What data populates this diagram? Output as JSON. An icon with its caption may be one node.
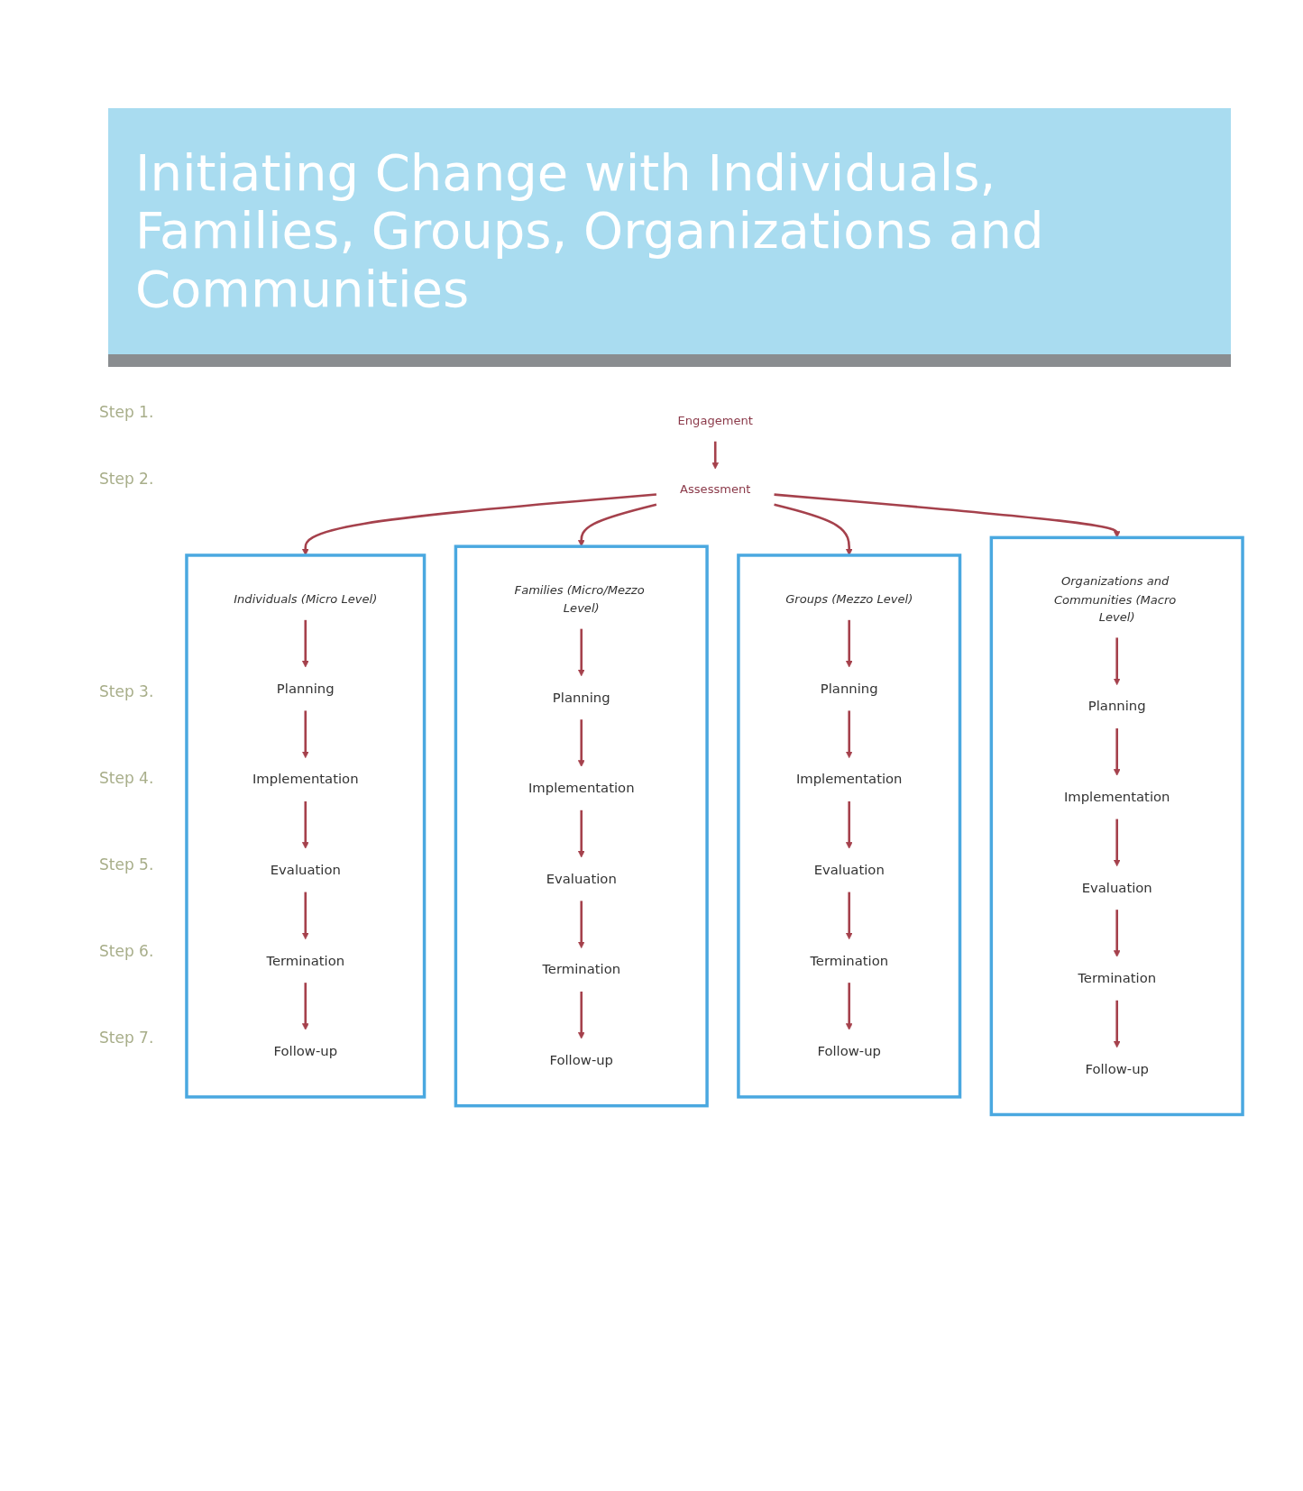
{
  "diagram": {
    "title": "Initiating Change with Individuals, Families, Groups, Organizations and Communities",
    "nodes": [
      {
        "text": [
          "Engagement"
        ]
      },
      {
        "text": [
          "Assessment"
        ]
      },
      {
        "text": [],
        "shape": "box"
      },
      {
        "text": [
          "Individuals (Micro Level)"
        ],
        "in": 2
      },
      {
        "text": [
          "Planning"
        ],
        "in": 2
      },
      {
        "text": [
          "Implementation"
        ],
        "in": 2
      },
      {
        "text": [
          "Evaluation"
        ],
        "in": 2
      },
      {
        "text": [
          "Termination"
        ],
        "in": 2
      },
      {
        "text": [
          "Follow-up"
        ],
        "in": 2
      },
      {
        "text": [],
        "shape": "box"
      },
      {
        "text": [
          "Families (Micro/Mezzo Level)"
        ],
        "in": 9
      },
      {
        "text": [
          "Planning"
        ],
        "in": 9
      },
      {
        "text": [
          "Implementation"
        ],
        "in": 9
      },
      {
        "text": [
          "Evaluation"
        ],
        "in": 9
      },
      {
        "text": [
          "Termination"
        ],
        "in": 9
      },
      {
        "text": [
          "Follow-up"
        ],
        "in": 9
      },
      {
        "text": [],
        "shape": "box"
      },
      {
        "text": [
          "Groups (Mezzo Level)"
        ],
        "in": 16
      },
      {
        "text": [
          "Planning"
        ],
        "in": 16
      },
      {
        "text": [
          "Implementation"
        ],
        "in": 16
      },
      {
        "text": [
          "Evaluation"
        ],
        "in": 16
      },
      {
        "text": [
          "Termination"
        ],
        "in": 16
      },
      {
        "text": [
          "Follow-up"
        ],
        "in": 16
      },
      {
        "text": [],
        "shape": "box"
      },
      {
        "text": [
          "Organizations and Communities (Macro Level)"
        ],
        "in": 23
      },
      {
        "text": [
          "Planning"
        ],
        "in": 23
      },
      {
        "text": [
          "Implementation"
        ],
        "in": 23
      },
      {
        "text": [
          "Evaluation"
        ],
        "in": 23
      },
      {
        "text": [
          "Termination"
        ],
        "in": 23
      },
      {
        "text": [
          "Follow-up"
        ],
        "in": 23
      }
    ],
    "edges": [
      {
        "from": 0,
        "to": 1,
        "arrow": "to"
      },
      {
        "from": 1,
        "to": 2,
        "arrow": "to"
      },
      {
        "from": 3,
        "to": 4,
        "arrow": "to"
      },
      {
        "from": 4,
        "to": 5,
        "arrow": "to"
      },
      {
        "from": 5,
        "to": 6,
        "arrow": "to"
      },
      {
        "from": 6,
        "to": 7,
        "arrow": "to"
      },
      {
        "from": 7,
        "to": 8,
        "arrow": "to"
      },
      {
        "from": 1,
        "to": 9,
        "arrow": "to"
      },
      {
        "from": 10,
        "to": 11,
        "arrow": "to"
      },
      {
        "from": 11,
        "to": 12,
        "arrow": "to"
      },
      {
        "from": 12,
        "to": 13,
        "arrow": "to"
      },
      {
        "from": 13,
        "to": 14,
        "arrow": "to"
      },
      {
        "from": 14,
        "to": 15,
        "arrow": "to"
      },
      {
        "from": 1,
        "to": 16,
        "arrow": "to"
      },
      {
        "from": 17,
        "to": 18,
        "arrow": "to"
      },
      {
        "from": 18,
        "to": 19,
        "arrow": "to"
      },
      {
        "from": 19,
        "to": 20,
        "arrow": "to"
      },
      {
        "from": 20,
        "to": 21,
        "arrow": "to"
      },
      {
        "from": 21,
        "to": 22,
        "arrow": "to"
      },
      {
        "from": 1,
        "to": 23,
        "arrow": "to"
      },
      {
        "from": 24,
        "to": 25,
        "arrow": "to"
      },
      {
        "from": 25,
        "to": 26,
        "arrow": "to"
      },
      {
        "from": 26,
        "to": 27,
        "arrow": "to"
      },
      {
        "from": 27,
        "to": 28,
        "arrow": "to"
      },
      {
        "from": 28,
        "to": 29,
        "arrow": "to"
      }
    ],
    "labels": [
      "Step 1.",
      "Step 2.",
      "Step 3.",
      "Step 4.",
      "Step 5.",
      "Step 6.",
      "Step 7."
    ]
  }
}
